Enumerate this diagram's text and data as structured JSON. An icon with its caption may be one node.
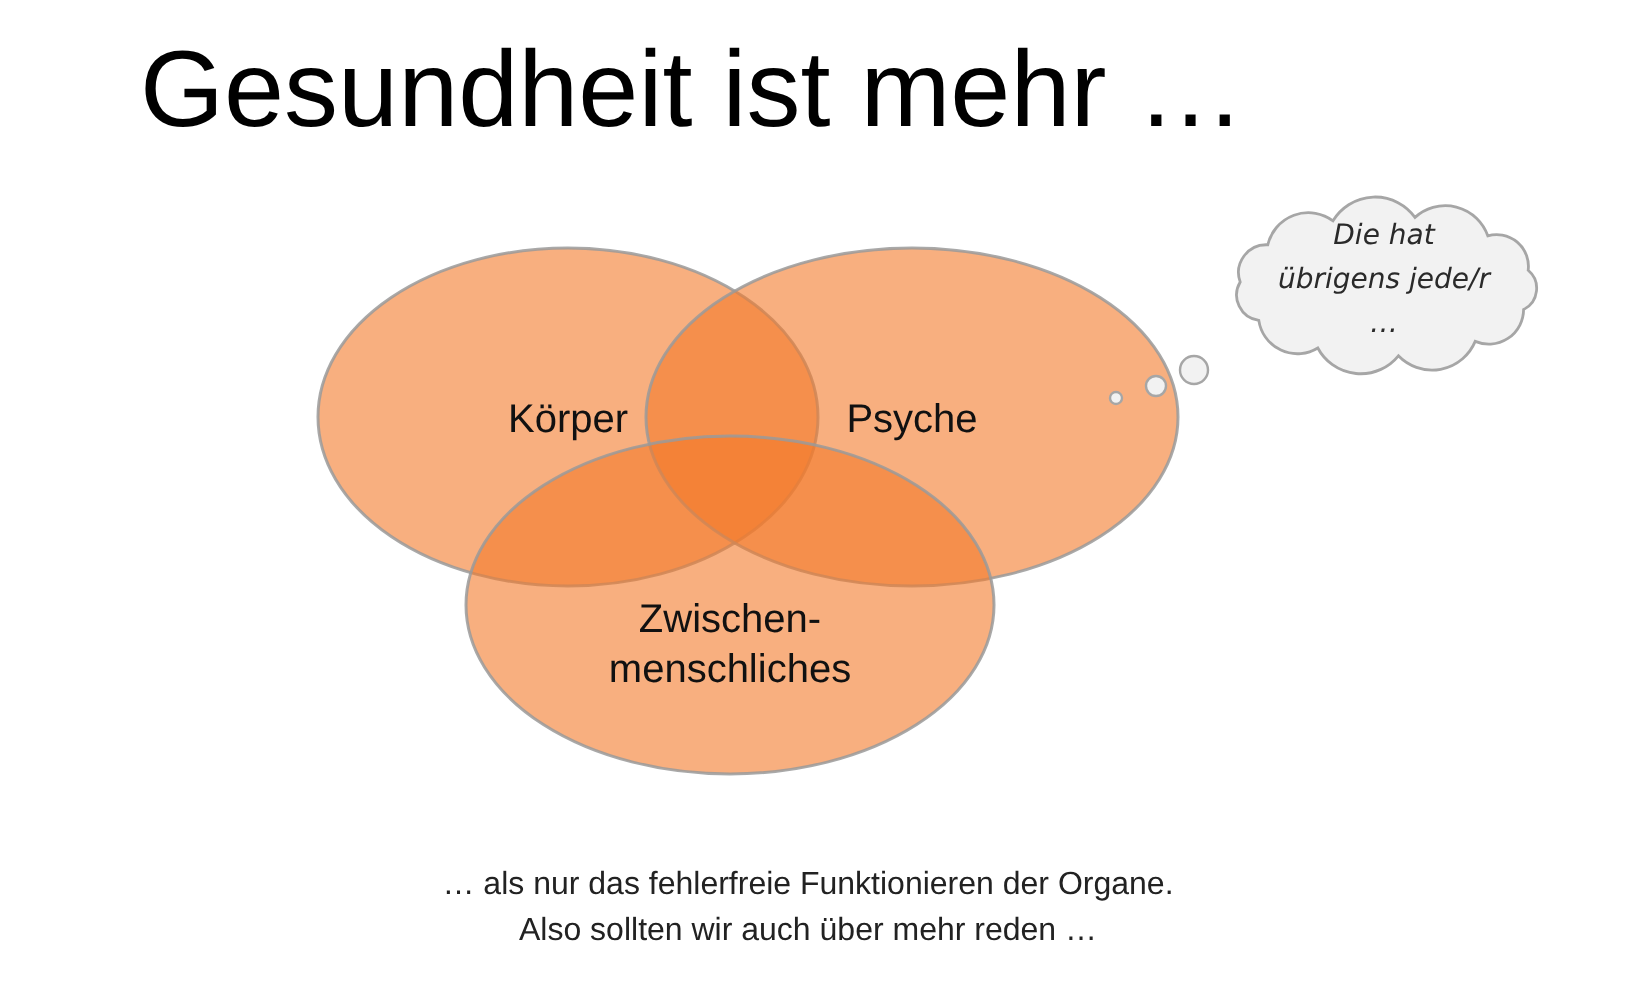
{
  "diagram": {
    "title": "Gesundheit ist mehr …",
    "nodes": [
      {
        "text": [
          "Körper"
        ]
      },
      {
        "text": [
          "Psyche"
        ]
      },
      {
        "text": [
          "Zwischen- menschliches"
        ]
      },
      {
        "text": [
          "Die hat übrigens jede/r …"
        ]
      }
    ],
    "caption": "… als nur das fehlerfreie Funktionieren der Organe. Also sollten wir auch über mehr reden …"
  }
}
